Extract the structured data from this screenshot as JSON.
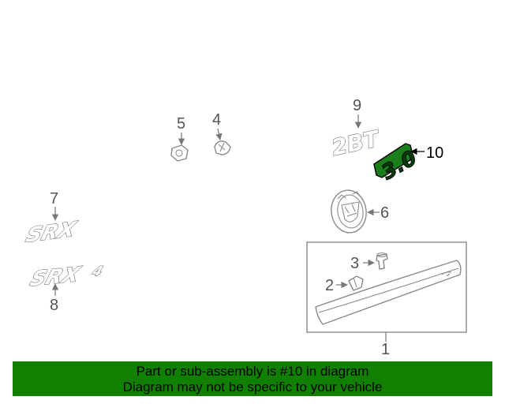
{
  "diagram": {
    "callouts": {
      "c1": "1",
      "c2": "2",
      "c3": "3",
      "c4": "4",
      "c5": "5",
      "c6": "6",
      "c7": "7",
      "c8": "8",
      "c9": "9",
      "c10": "10"
    },
    "highlight_part": "10",
    "highlight_color": "#1a7f1a",
    "badges": {
      "srx": "SRX",
      "srx4": "SRX",
      "srx4_suffix": "4",
      "twobt": "2BT",
      "threeo": "3.0"
    }
  },
  "banner": {
    "line1": "Part or sub-assembly is #10 in diagram",
    "line2": "Diagram may not be specific to your vehicle",
    "color": "#118000"
  }
}
